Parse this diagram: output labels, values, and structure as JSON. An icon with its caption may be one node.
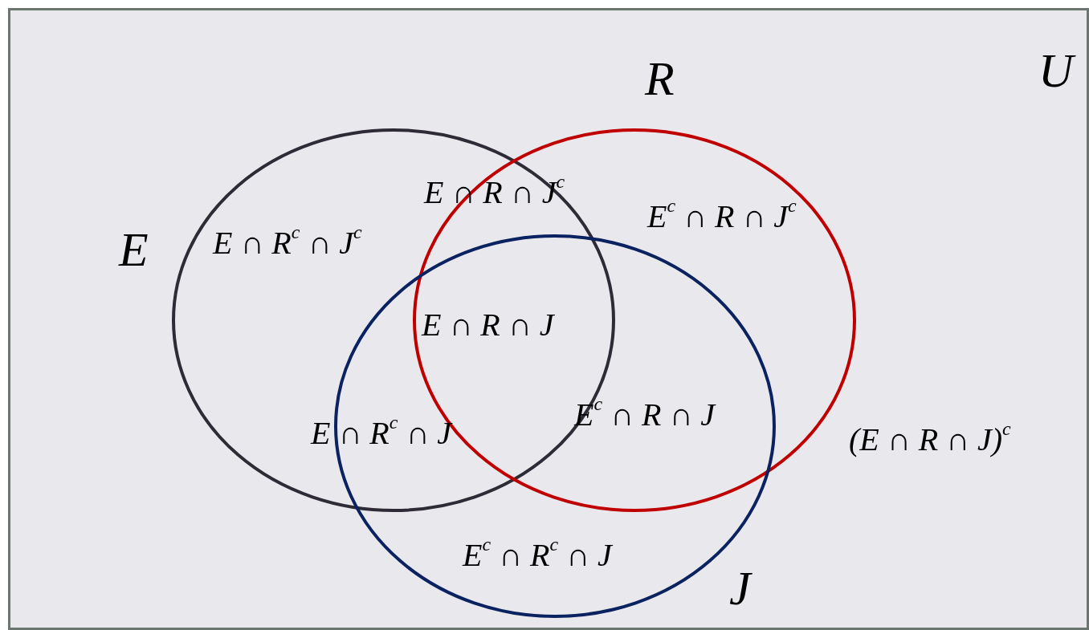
{
  "diagram": {
    "nodes": [
      {
        "text": [
          "U"
        ]
      },
      {
        "text": [
          "E"
        ],
        "in": 0
      },
      {
        "text": [
          "R"
        ],
        "in": 0
      },
      {
        "text": [
          "J"
        ],
        "in": 0
      }
    ],
    "edges": [],
    "labels": [
      "E ∩ R ∩ J$^{c}$",
      "E$^{c}$ ∩ R ∩ J$^{c}$",
      "E ∩ R$^{c}$ ∩ J$^{c}$",
      "E ∩ R ∩ J",
      "E$^{c}$ ∩ R ∩ J",
      "E ∩ R$^{c}$ ∩ J",
      "(E ∩ R ∩ J)$^{c}$",
      "E$^{c}$ ∩ R$^{c}$ ∩ J"
    ]
  }
}
